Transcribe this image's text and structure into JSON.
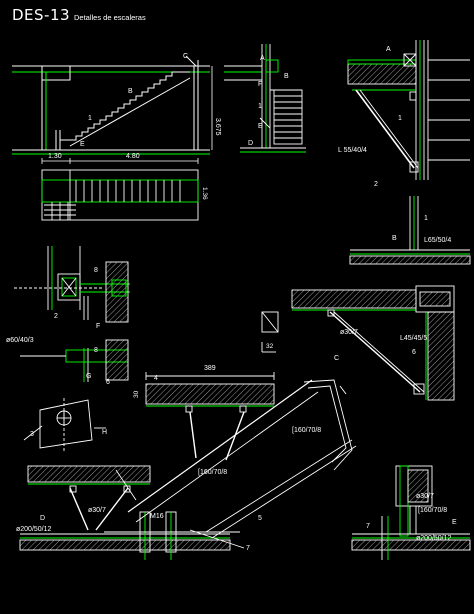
{
  "sheet": {
    "code": "DES-13",
    "subtitle": "Detalles de escaleras"
  },
  "colors": {
    "background": "#000000",
    "linework": "#ffffff",
    "steel": "#00ff00",
    "dimension": "#ffffff",
    "annotation": "#ffffff"
  },
  "labels": {
    "dim_130": "1.30",
    "dim_480": "4.80",
    "dim_3675": "3.675",
    "dim_136": "1.36",
    "dim_389": "389",
    "dim_30": "30",
    "dim_32": "32",
    "A": "A",
    "B": "B",
    "C": "C",
    "D": "D",
    "E": "E",
    "F": "F",
    "G": "G",
    "H": "H",
    "n1": "1",
    "n2": "2",
    "n3": "3",
    "n4": "4",
    "n5": "5",
    "n6": "6",
    "n7": "7",
    "n8": "8",
    "angle_55": "L 55/40/4",
    "angle_65": "L65/50/4",
    "angle_45": "L45/45/5",
    "tube_60": "ø60/40/3",
    "channel_160": "[160/70/8",
    "channel_160b": "[160/70/8",
    "channel_160c": "[160/70/8",
    "rod_30_a": "ø30/7",
    "rod_30_b": "ø30/7",
    "rod_30_c": "ø30/7",
    "plate_200_a": "ø200/50/12",
    "plate_200_b": "ø200/50/12",
    "bolt_m16": "M16"
  }
}
